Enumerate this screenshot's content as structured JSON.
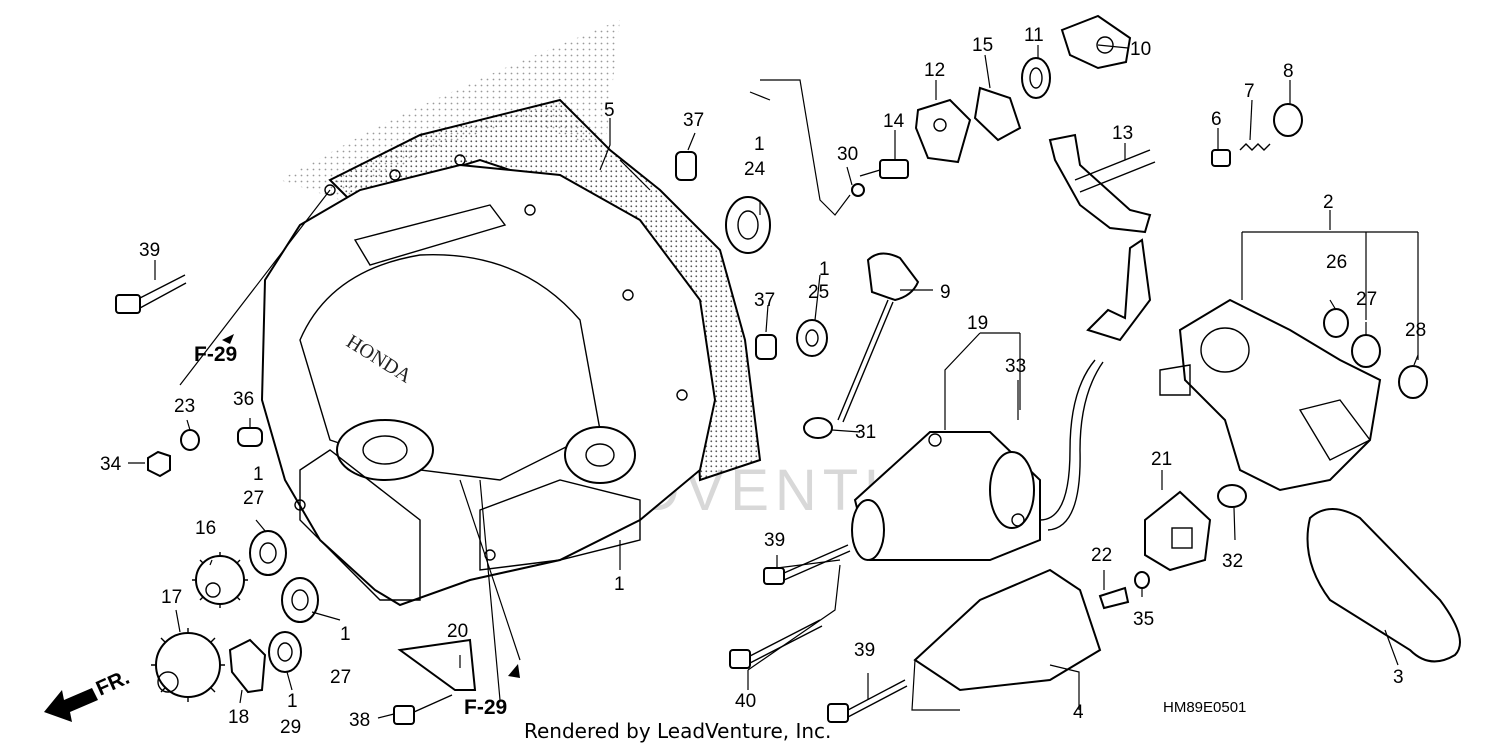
{
  "diagram": {
    "callouts": [
      {
        "id": "c1-main",
        "text": "1"
      },
      {
        "id": "c2",
        "text": "2"
      },
      {
        "id": "c3",
        "text": "3"
      },
      {
        "id": "c4",
        "text": "4"
      },
      {
        "id": "c5",
        "text": "5"
      },
      {
        "id": "c6",
        "text": "6"
      },
      {
        "id": "c7",
        "text": "7"
      },
      {
        "id": "c8",
        "text": "8"
      },
      {
        "id": "c9",
        "text": "9"
      },
      {
        "id": "c10",
        "text": "10"
      },
      {
        "id": "c11",
        "text": "11"
      },
      {
        "id": "c12",
        "text": "12"
      },
      {
        "id": "c13",
        "text": "13"
      },
      {
        "id": "c14",
        "text": "14"
      },
      {
        "id": "c15",
        "text": "15"
      },
      {
        "id": "c16",
        "text": "16"
      },
      {
        "id": "c17",
        "text": "17"
      },
      {
        "id": "c18",
        "text": "18"
      },
      {
        "id": "c19",
        "text": "19"
      },
      {
        "id": "c20",
        "text": "20"
      },
      {
        "id": "c21",
        "text": "21"
      },
      {
        "id": "c22",
        "text": "22"
      },
      {
        "id": "c23",
        "text": "23"
      },
      {
        "id": "c1-24",
        "text": "1"
      },
      {
        "id": "c24",
        "text": "24"
      },
      {
        "id": "c1-25",
        "text": "1"
      },
      {
        "id": "c25",
        "text": "25"
      },
      {
        "id": "c26",
        "text": "26"
      },
      {
        "id": "c27-right",
        "text": "27"
      },
      {
        "id": "c1-27a",
        "text": "1"
      },
      {
        "id": "c27-a",
        "text": "27"
      },
      {
        "id": "c1-27b",
        "text": "1"
      },
      {
        "id": "c27-b",
        "text": "27"
      },
      {
        "id": "c28",
        "text": "28"
      },
      {
        "id": "c1-29",
        "text": "1"
      },
      {
        "id": "c29",
        "text": "29"
      },
      {
        "id": "c30",
        "text": "30"
      },
      {
        "id": "c31",
        "text": "31"
      },
      {
        "id": "c32",
        "text": "32"
      },
      {
        "id": "c33",
        "text": "33"
      },
      {
        "id": "c34",
        "text": "34"
      },
      {
        "id": "c35",
        "text": "35"
      },
      {
        "id": "c36",
        "text": "36"
      },
      {
        "id": "c37-top",
        "text": "37"
      },
      {
        "id": "c37-mid",
        "text": "37"
      },
      {
        "id": "c38",
        "text": "38"
      },
      {
        "id": "c39-left",
        "text": "39"
      },
      {
        "id": "c39-mid",
        "text": "39"
      },
      {
        "id": "c39-bot",
        "text": "39"
      },
      {
        "id": "c40",
        "text": "40"
      }
    ],
    "references": [
      {
        "id": "ref-upper",
        "text": "F-29"
      },
      {
        "id": "ref-lower",
        "text": "F-29"
      }
    ],
    "front_marker": "FR.",
    "cover_brand": "HONDA",
    "diagram_code": "HM89E0501",
    "credit": "Rendered by LeadVenture, Inc.",
    "watermark": "LEADVENTURE"
  }
}
